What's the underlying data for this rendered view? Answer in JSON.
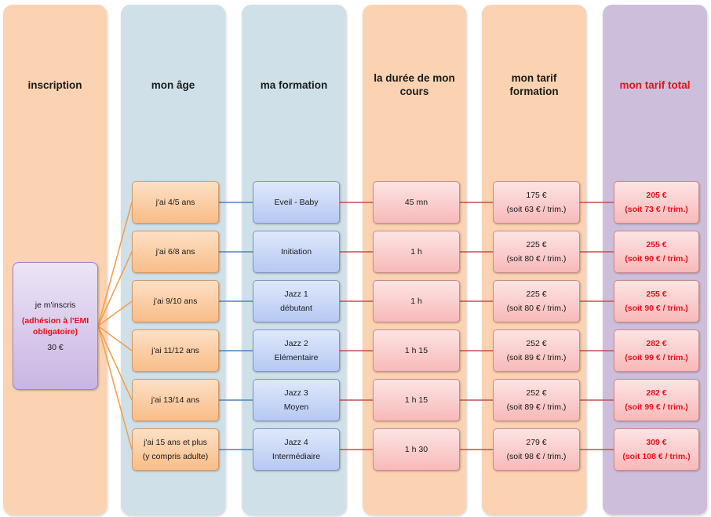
{
  "colors": {
    "peach": "#fbd3b2",
    "blue": "#cfe0e8",
    "purple": "#cdbfdb",
    "emphasis_red": "#e8111b",
    "orange_connector": "#f5a04e",
    "blue_connector": "#4f81bd",
    "red_connector": "#c0504d"
  },
  "columns": [
    {
      "title": "inscription"
    },
    {
      "title": "mon âge"
    },
    {
      "title": "ma formation"
    },
    {
      "title": "la durée de mon cours"
    },
    {
      "title": "mon tarif formation"
    },
    {
      "title": "mon tarif total"
    }
  ],
  "inscription": {
    "line1": "je m'inscris",
    "line2": "(adhésion à l'EMI obligatoire)",
    "line3": "30 €"
  },
  "rows": [
    {
      "age": [
        "j'ai 4/5 ans"
      ],
      "formation": [
        "Eveil - Baby"
      ],
      "duration": "45 mn",
      "price": [
        "175 €",
        "(soit 63 € / trim.)"
      ],
      "total": [
        "205 €",
        "(soit 73 € / trim.)"
      ]
    },
    {
      "age": [
        "j'ai 6/8 ans"
      ],
      "formation": [
        "Initiation"
      ],
      "duration": "1 h",
      "price": [
        "225 €",
        "(soit 80 € / trim.)"
      ],
      "total": [
        "255 €",
        "(soit 90 € / trim.)"
      ]
    },
    {
      "age": [
        "j'ai 9/10 ans"
      ],
      "formation": [
        "Jazz 1",
        "débutant"
      ],
      "duration": "1 h",
      "price": [
        "225 €",
        "(soit 80 € / trim.)"
      ],
      "total": [
        "255 €",
        "(soit 90 € / trim.)"
      ]
    },
    {
      "age": [
        "j'ai 11/12 ans"
      ],
      "formation": [
        "Jazz 2",
        "Elémentaire"
      ],
      "duration": "1 h 15",
      "price": [
        "252 €",
        "(soit 89 € / trim.)"
      ],
      "total": [
        "282 €",
        "(soit 99 € / trim.)"
      ]
    },
    {
      "age": [
        "j'ai 13/14 ans"
      ],
      "formation": [
        "Jazz 3",
        "Moyen"
      ],
      "duration": "1 h 15",
      "price": [
        "252 €",
        "(soit 89 € / trim.)"
      ],
      "total": [
        "282 €",
        "(soit 99 € / trim.)"
      ]
    },
    {
      "age": [
        "j'ai 15 ans et plus",
        "(y compris adulte)"
      ],
      "formation": [
        "Jazz 4",
        "Intermédiaire"
      ],
      "duration": "1 h 30",
      "price": [
        "279 €",
        "(soit 98 € / trim.)"
      ],
      "total": [
        "309 €",
        "(soit 108 € / trim.)"
      ]
    }
  ]
}
